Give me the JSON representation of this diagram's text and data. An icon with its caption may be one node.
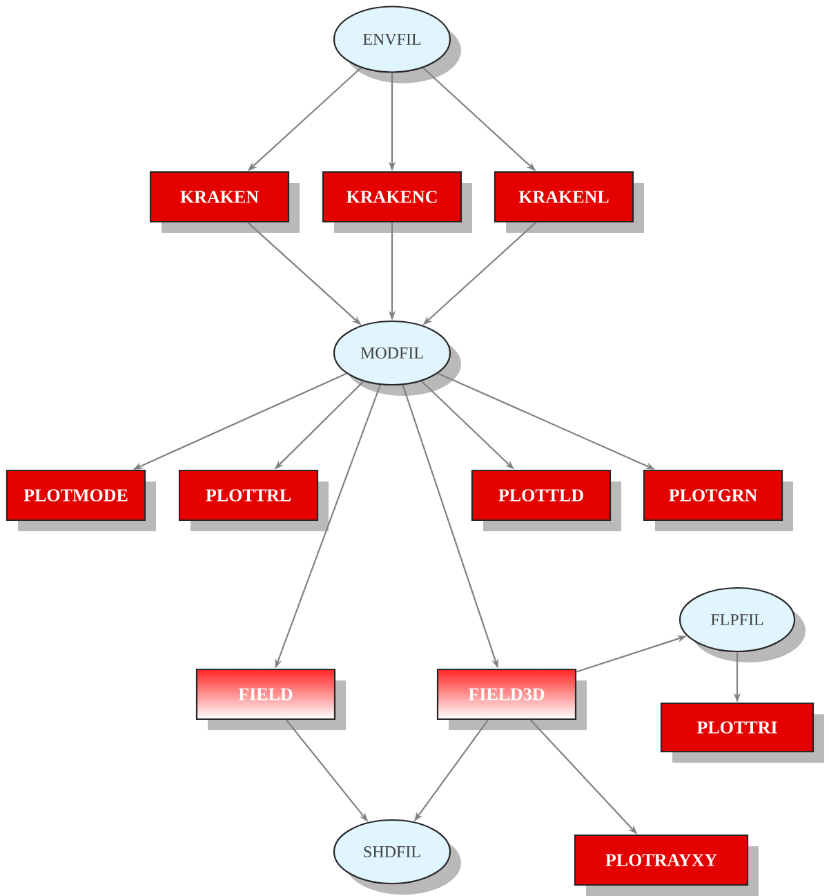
{
  "diagram": {
    "nodes": [
      {
        "text": [
          "ENVFIL"
        ]
      },
      {
        "text": [
          "KRAKEN"
        ]
      },
      {
        "text": [
          "KRAKENC"
        ]
      },
      {
        "text": [
          "KRAKENL"
        ]
      },
      {
        "text": [
          "MODFIL"
        ]
      },
      {
        "text": [
          "PLOTMODE"
        ]
      },
      {
        "text": [
          "PLOTTRL"
        ]
      },
      {
        "text": [
          "PLOTTLD"
        ]
      },
      {
        "text": [
          "PLOTGRN"
        ]
      },
      {
        "text": [
          "FIELD"
        ]
      },
      {
        "text": [
          "FIELD3D"
        ]
      },
      {
        "text": [
          "FLPFIL"
        ]
      },
      {
        "text": [
          "PLOTTRI"
        ]
      },
      {
        "text": [
          "SHDFIL"
        ]
      },
      {
        "text": [
          "PLOTRAYXY"
        ]
      }
    ],
    "edges": [
      {
        "from": 0,
        "to": 1,
        "arrow": "to"
      },
      {
        "from": 0,
        "to": 2,
        "arrow": "to"
      },
      {
        "from": 0,
        "to": 3,
        "arrow": "to"
      },
      {
        "from": 1,
        "to": 4,
        "arrow": "to"
      },
      {
        "from": 2,
        "to": 4,
        "arrow": "to"
      },
      {
        "from": 3,
        "to": 4,
        "arrow": "to"
      },
      {
        "from": 4,
        "to": 5,
        "arrow": "to"
      },
      {
        "from": 4,
        "to": 6,
        "arrow": "to"
      },
      {
        "from": 4,
        "to": 9,
        "arrow": "to"
      },
      {
        "from": 4,
        "to": 10,
        "arrow": "to"
      },
      {
        "from": 4,
        "to": 7,
        "arrow": "to"
      },
      {
        "from": 4,
        "to": 8,
        "arrow": "to"
      },
      {
        "from": 10,
        "to": 11,
        "arrow": "to"
      },
      {
        "from": 11,
        "to": 12,
        "arrow": "to"
      },
      {
        "from": 9,
        "to": 13,
        "arrow": "to"
      },
      {
        "from": 10,
        "to": 13,
        "arrow": "to"
      },
      {
        "from": 10,
        "to": 14,
        "arrow": "to"
      }
    ]
  }
}
